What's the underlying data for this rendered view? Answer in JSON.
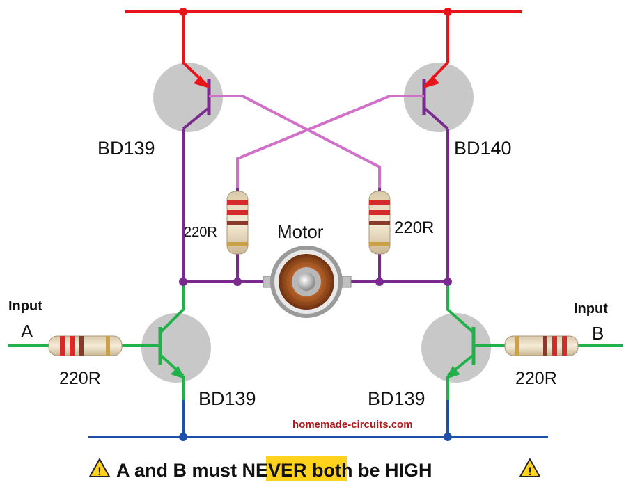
{
  "colors": {
    "supply": "#e8141c",
    "ground": "#1f4fa8",
    "collector": "#7a2a8c",
    "cross": "#d070c8",
    "base_input": "#22b04a",
    "transistor_body": "#c8c8c8",
    "warning_bg": "#ffd21e",
    "watermark": "#b01818"
  },
  "transistors": {
    "top_left": "BD139",
    "top_right": "BD140",
    "bottom_left": "BD139",
    "bottom_right": "BD139"
  },
  "resistors": {
    "top_left": "220R",
    "top_right": "220R",
    "input_a": "220R",
    "input_b": "220R"
  },
  "motor_label": "Motor",
  "inputs": {
    "a_title": "Input",
    "a_name": "A",
    "b_title": "Input",
    "b_name": "B"
  },
  "watermark": "homemade-circuits.com",
  "warning": {
    "prefix": "A and B must ",
    "highlight": "NEVER",
    "suffix": " both be HIGH",
    "icon": "warning-triangle-icon"
  }
}
